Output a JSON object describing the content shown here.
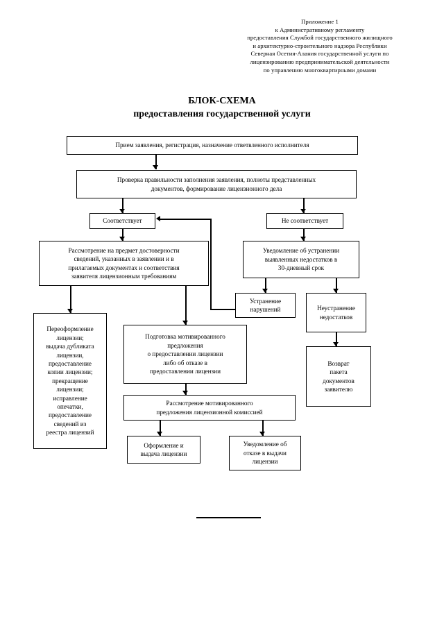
{
  "document": {
    "appendix_lines": [
      "Приложение  1",
      "к Административному регламенту",
      "предоставления Службой государственного жилищного",
      "и архитектурно-строительного надзора Республики",
      "Северная Осетия-Алания государственной услуги по",
      "лицензированию предпринимательской деятельности",
      "по управлению многоквартирными домами"
    ],
    "title_line1": "БЛОК-СХЕМА",
    "title_line2": "предоставления государственной услуги"
  },
  "chart_data": {
    "type": "diagram",
    "title": "БЛОК-СХЕМА предоставления государственной услуги",
    "nodes": [
      {
        "id": "n1",
        "lines": [
          "Прием заявления, регистрация, назначение ответвленного исполнителя"
        ]
      },
      {
        "id": "n2",
        "lines": [
          "Проверка правильности заполнения заявления, полноты представленных",
          "документов, формирование лицензионного дела"
        ]
      },
      {
        "id": "n3",
        "lines": [
          "Соответствует"
        ]
      },
      {
        "id": "n4",
        "lines": [
          "Не соответствует"
        ]
      },
      {
        "id": "n5",
        "lines": [
          "Рассмотрение на предмет достоверности",
          "сведений, указанных в заявлении и в",
          "прилагаемых документах и соответствия",
          "заявителя лицензионным требованиям"
        ]
      },
      {
        "id": "n6",
        "lines": [
          "Уведомление об устранении",
          "выявленных недостатков в",
          "30-дневный срок"
        ]
      },
      {
        "id": "n7",
        "lines": [
          "Устранение",
          "нарушений"
        ]
      },
      {
        "id": "n8",
        "lines": [
          "Неустранение",
          "недостатков"
        ]
      },
      {
        "id": "n9",
        "lines": [
          "Переоформление",
          "лицензии;",
          "выдача дубликата",
          "лицензии,",
          "предоставление",
          "копии лицензии;",
          "прекращение",
          "лицензии;",
          "исправление",
          "опечатки,",
          "предоставление",
          "сведений из",
          "реестра лицензий"
        ]
      },
      {
        "id": "n10",
        "lines": [
          "Подготовка мотивированного",
          "предложения",
          "о предоставлении лицензии",
          "либо об отказе в",
          "предоставлении лицензии"
        ]
      },
      {
        "id": "n11",
        "lines": [
          "Возврат",
          "пакета",
          "документов",
          "заявителю"
        ]
      },
      {
        "id": "n12",
        "lines": [
          "Рассмотрение мотивированного",
          "предложения лицензионной комиссией"
        ]
      },
      {
        "id": "n13",
        "lines": [
          "Оформление и",
          "выдача лицензии"
        ]
      },
      {
        "id": "n14",
        "lines": [
          "Уведомление об",
          "отказе в выдачи",
          "лицензии"
        ]
      }
    ],
    "edges": [
      {
        "from": "n1",
        "to": "n2",
        "style": "arrow-down"
      },
      {
        "from": "n2",
        "to": "n3",
        "style": "arrow-down"
      },
      {
        "from": "n2",
        "to": "n4",
        "style": "arrow-down"
      },
      {
        "from": "n3",
        "to": "n5",
        "style": "arrow-down"
      },
      {
        "from": "n4",
        "to": "n6",
        "style": "arrow-down"
      },
      {
        "from": "n6",
        "to": "n7",
        "style": "arrow-down"
      },
      {
        "from": "n6",
        "to": "n8",
        "style": "arrow-down"
      },
      {
        "from": "n7",
        "to": "n3",
        "style": "elbow-left-up-arrow"
      },
      {
        "from": "n5",
        "to": "n9",
        "style": "arrow-down"
      },
      {
        "from": "n5",
        "to": "n10",
        "style": "arrow-down"
      },
      {
        "from": "n8",
        "to": "n11",
        "style": "arrow-down"
      },
      {
        "from": "n10",
        "to": "n12",
        "style": "arrow-down"
      },
      {
        "from": "n12",
        "to": "n13",
        "style": "arrow-down"
      },
      {
        "from": "n12",
        "to": "n14",
        "style": "arrow-down"
      }
    ],
    "colors": {
      "stroke": "#000000",
      "fill": "#ffffff",
      "text": "#000000"
    }
  }
}
